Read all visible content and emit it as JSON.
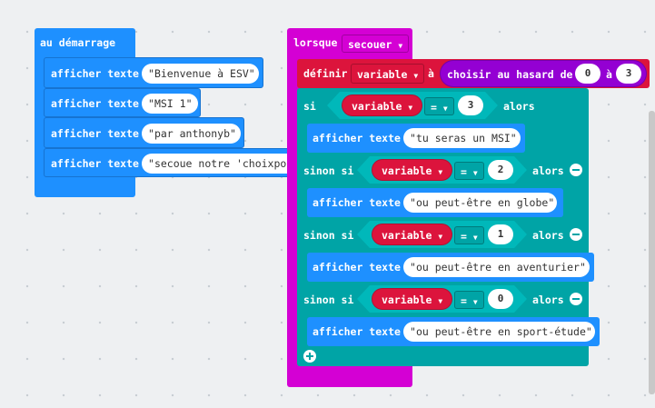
{
  "start_block": {
    "label": "au démarrage",
    "statements": [
      {
        "cmd": "afficher texte",
        "text": "Bienvenue à ESV"
      },
      {
        "cmd": "afficher texte",
        "text": "MSI 1"
      },
      {
        "cmd": "afficher texte",
        "text": "par anthonyb"
      },
      {
        "cmd": "afficher texte",
        "text": "secoue notre 'choixpo"
      }
    ]
  },
  "event_block": {
    "label": "lorsque",
    "event_value": "secouer",
    "set": {
      "label": "définir",
      "variable": "variable",
      "to": "à",
      "random_label": "choisir au hasard de",
      "from": "0",
      "and": "à",
      "to_value": "3"
    },
    "if": {
      "si": "si",
      "sinon_si": "sinon si",
      "alors": "alors",
      "eq": "="
    },
    "branches": [
      {
        "variable": "variable",
        "value": "3",
        "cmd": "afficher texte",
        "text": "tu seras un MSI"
      },
      {
        "variable": "variable",
        "value": "2",
        "cmd": "afficher texte",
        "text": "ou peut-être en globe"
      },
      {
        "variable": "variable",
        "value": "1",
        "cmd": "afficher texte",
        "text": "ou peut-être en aventurier"
      },
      {
        "variable": "variable",
        "value": "0",
        "cmd": "afficher texte",
        "text": "ou peut-être en sport-étude"
      }
    ]
  },
  "colors": {
    "basic": "#1e90ff",
    "input": "#d400d4",
    "logic": "#00a4a6",
    "variables": "#dc143c",
    "math": "#9400d3"
  }
}
